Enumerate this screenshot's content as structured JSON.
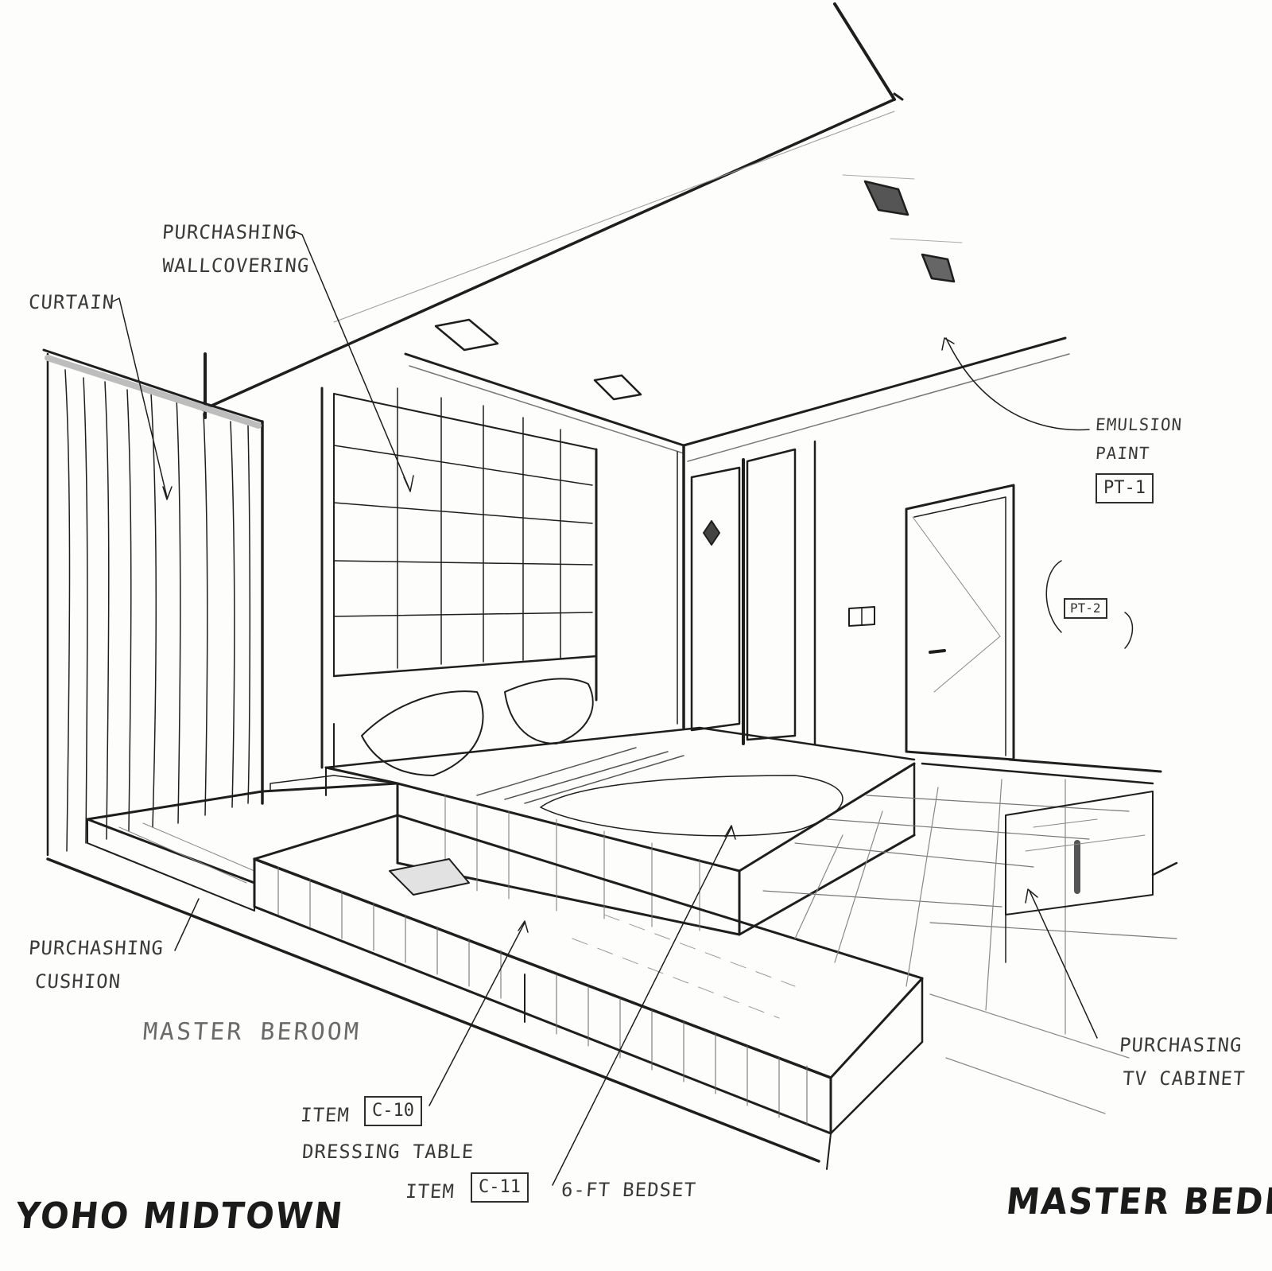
{
  "labels": {
    "curtain": "CURTAIN",
    "wallcovering_line1": "PURCHASHING",
    "wallcovering_line2": "WALLCOVERING",
    "emulsion_line1": "EMULSION",
    "emulsion_line2": "PAINT",
    "pt1": "PT-1",
    "pt2": "PT-2",
    "cushion_line1": "PURCHASHING",
    "cushion_line2": "CUSHION",
    "room_name": "MASTER BEROOM",
    "item_c10_prefix": "ITEM",
    "item_c10_code": "C-10",
    "item_c10_desc": "DRESSING TABLE",
    "item_c11_prefix": "ITEM",
    "item_c11_code": "C-11",
    "item_c11_desc": "6-FT BEDSET",
    "tv_line1": "PURCHASING",
    "tv_line2": "TV CABINET"
  },
  "titles": {
    "project": "YOHO MIDTOWN",
    "room": "MASTER BEDROOM"
  },
  "colors": {
    "ink": "#1e1e1e",
    "shade": "#9a9a9a",
    "paper": "#fdfdfc"
  }
}
